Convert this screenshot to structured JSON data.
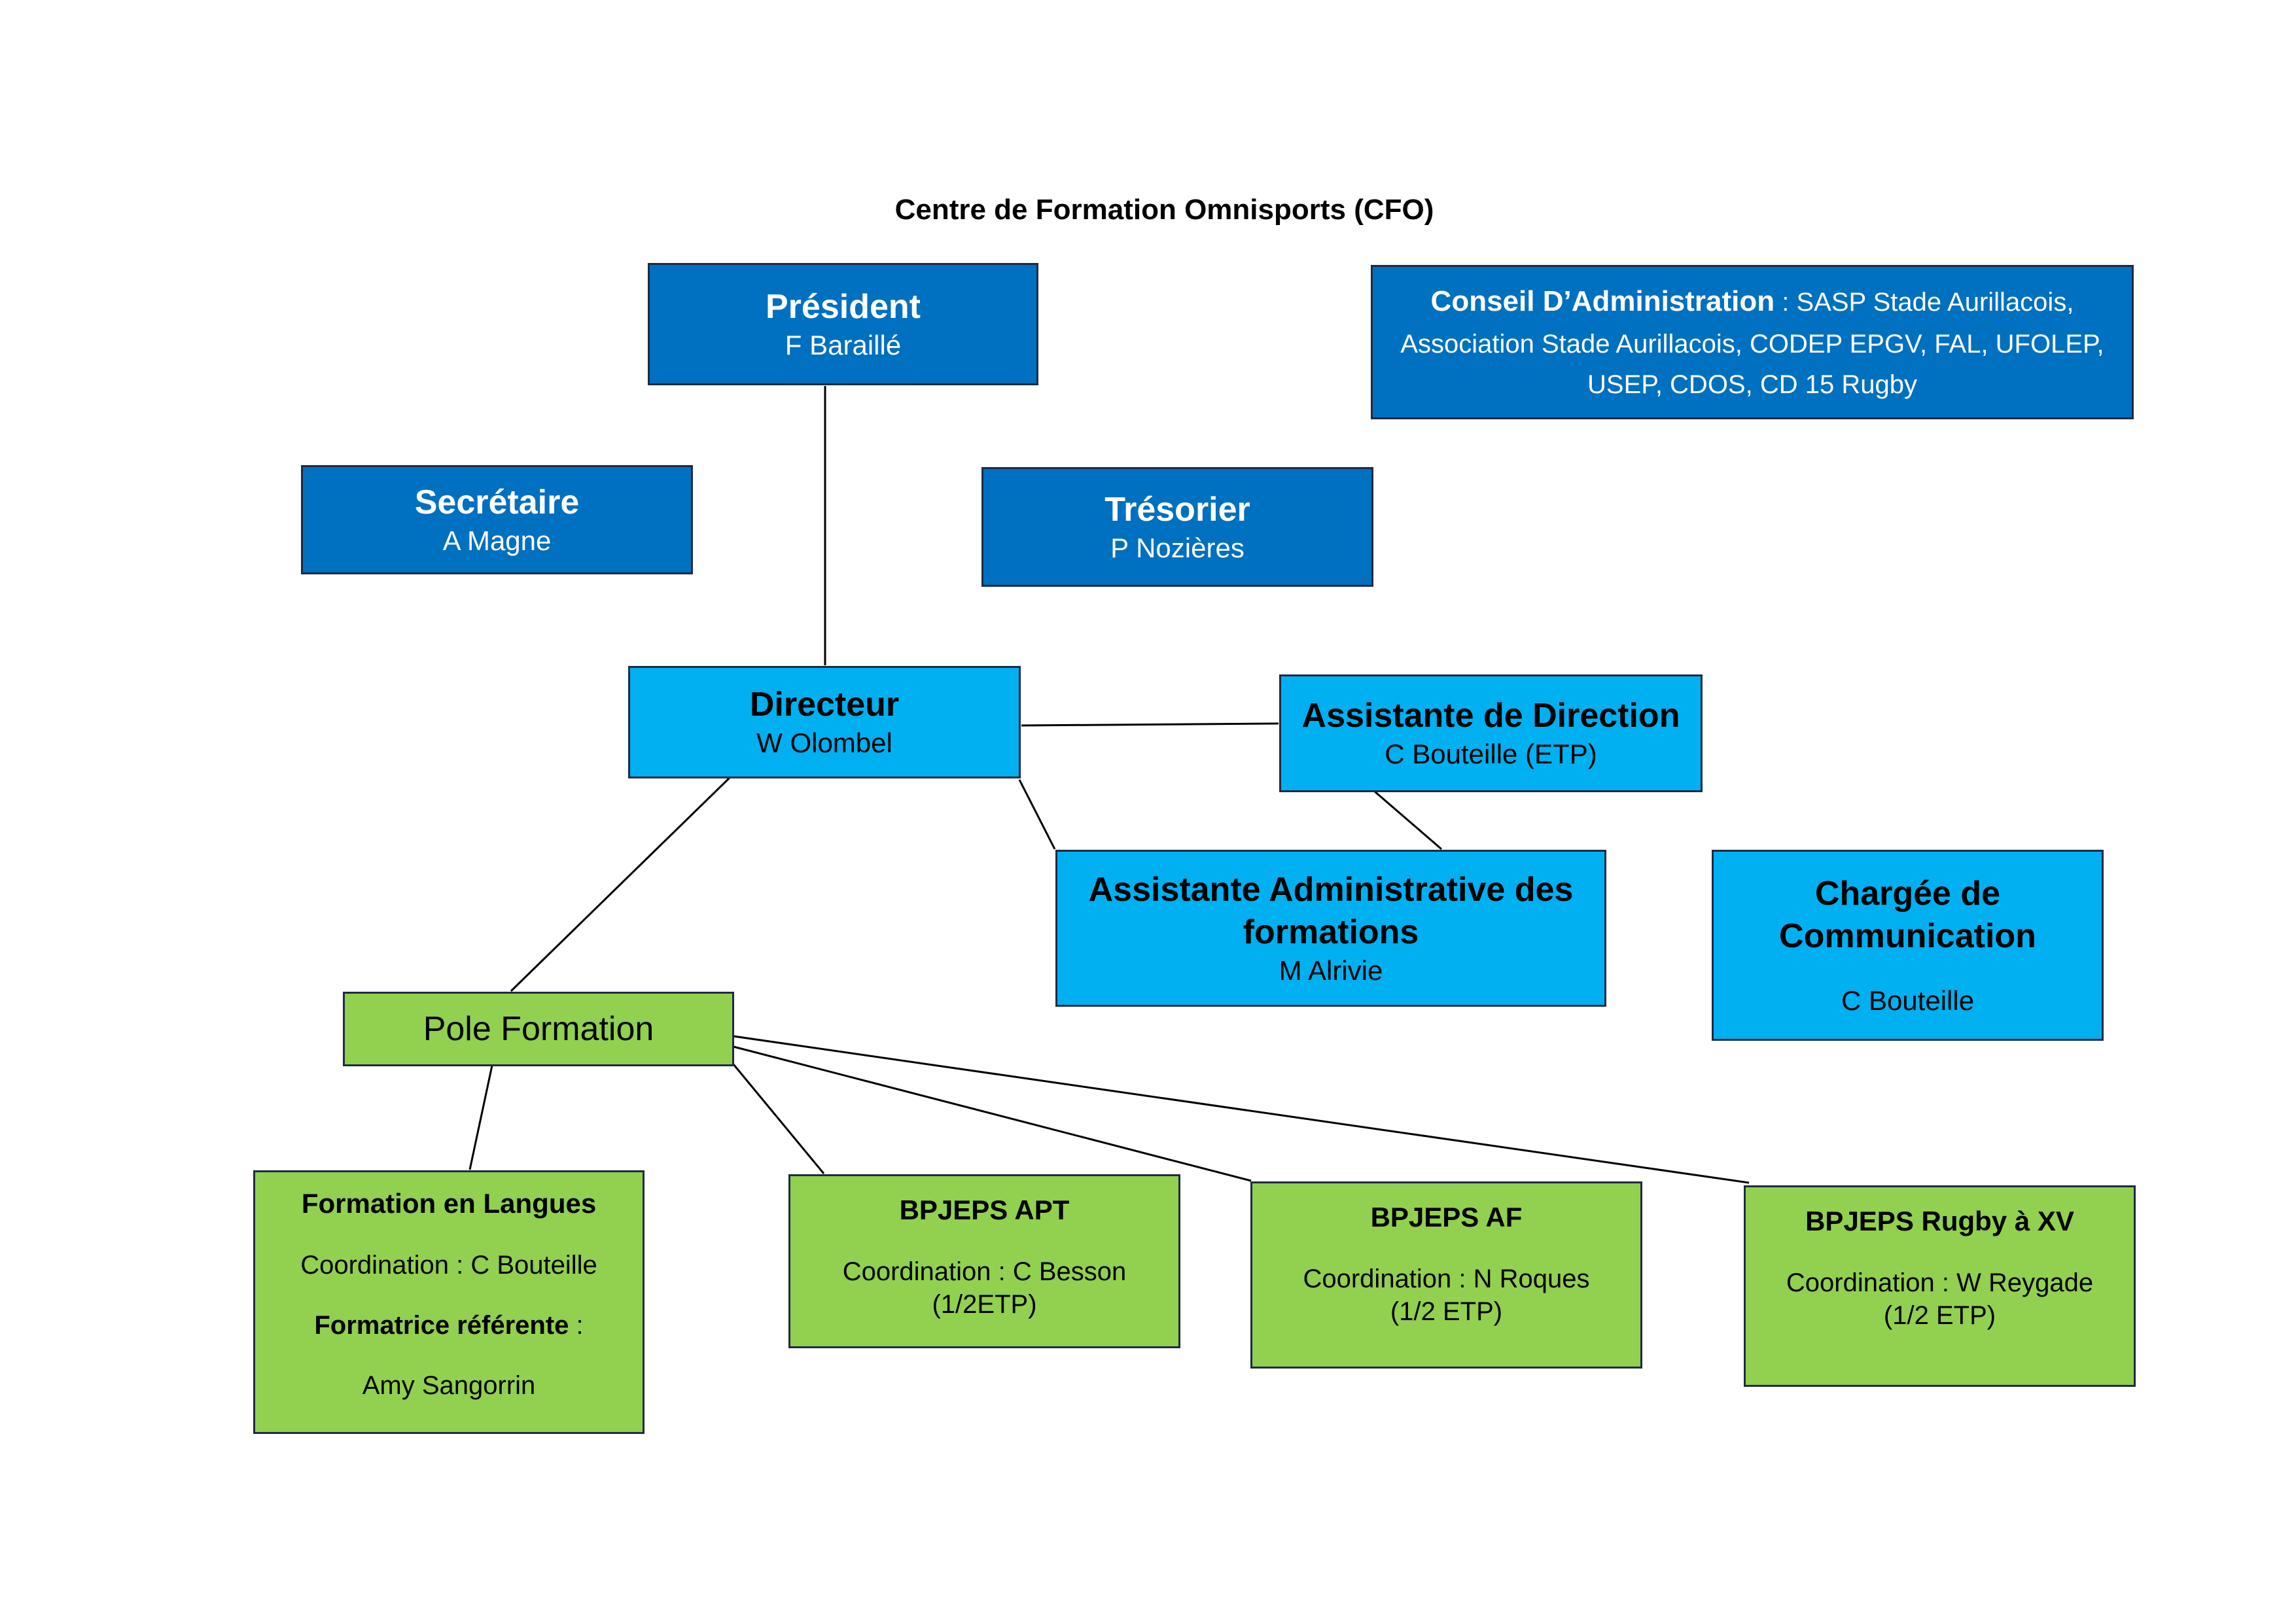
{
  "title": "Centre de Formation Omnisports (CFO)",
  "colors": {
    "dark_blue": "#0070c0",
    "light_blue": "#00b0f0",
    "green": "#92d050"
  },
  "president": {
    "role": "Président",
    "name": "F Baraillé"
  },
  "conseil": {
    "label": "Conseil D’Administration",
    "separator": " : ",
    "line1": "SASP Stade Aurillacois,",
    "line2": "Association Stade Aurillacois, CODEP EPGV, FAL, UFOLEP,",
    "line3": "USEP, CDOS, CD 15 Rugby"
  },
  "secretaire": {
    "role": "Secrétaire",
    "name": "A Magne"
  },
  "tresorier": {
    "role": "Trésorier",
    "name": "P Nozières"
  },
  "directeur": {
    "role": "Directeur",
    "name": "W Olombel"
  },
  "assistante_direction": {
    "role": "Assistante de Direction",
    "name": "C Bouteille (ETP)"
  },
  "assistante_admin": {
    "role_line1": "Assistante Administrative des",
    "role_line2": "formations",
    "name": "M Alrivie"
  },
  "chargee_com": {
    "role_line1": "Chargée de",
    "role_line2": "Communication",
    "name": "C Bouteille"
  },
  "pole": {
    "label": "Pole Formation"
  },
  "formations": [
    {
      "title": "Formation en Langues",
      "line1": "Coordination : C Bouteille",
      "label2": "Formatrice référente",
      "label2_suffix": " :",
      "line3": "Amy Sangorrin"
    },
    {
      "title": "BPJEPS APT",
      "line1": "Coordination : C Besson",
      "line2": "(1/2ETP)"
    },
    {
      "title": "BPJEPS AF",
      "line1": "Coordination : N Roques",
      "line2": "(1/2 ETP)"
    },
    {
      "title": "BPJEPS Rugby à XV",
      "line1": "Coordination : W Reygade",
      "line2": "(1/2 ETP)"
    }
  ]
}
